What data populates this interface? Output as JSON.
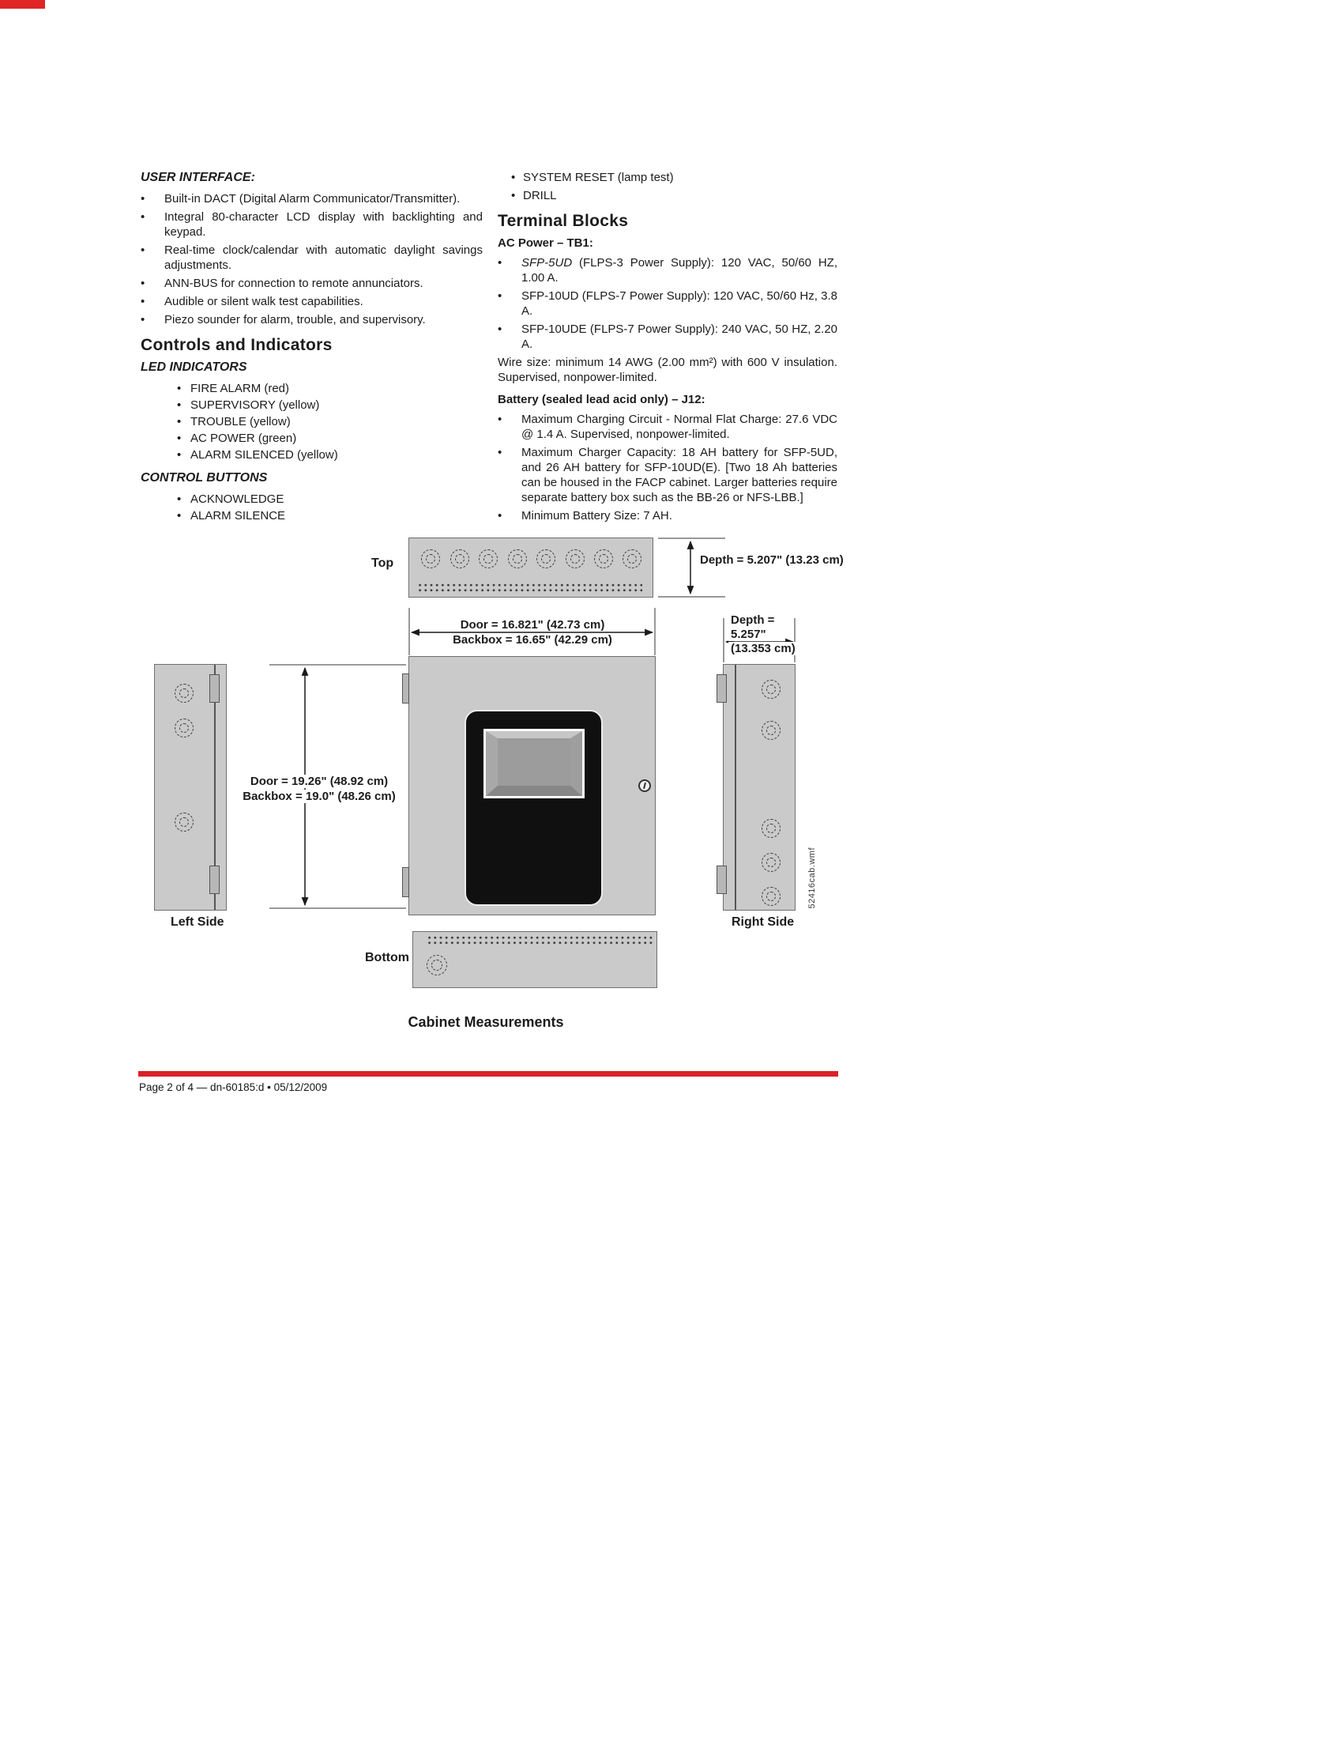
{
  "page": {
    "footer": "Page 2 of 4 — dn-60185:d • 05/12/2009"
  },
  "left_column": {
    "user_interface_heading": "USER INTERFACE:",
    "user_interface_bullets": [
      "Built-in DACT (Digital Alarm Communicator/Transmitter).",
      "Integral 80-character LCD display with backlighting and keypad.",
      "Real-time clock/calendar with automatic daylight savings adjustments.",
      "ANN-BUS for connection to remote annunciators.",
      "Audible or silent walk test capabilities.",
      "Piezo sounder for alarm, trouble, and supervisory."
    ],
    "controls_heading": "Controls and Indicators",
    "led_heading": "LED INDICATORS",
    "led_bullets": [
      "FIRE ALARM (red)",
      "SUPERVISORY (yellow)",
      "TROUBLE (yellow)",
      "AC POWER (green)",
      "ALARM SILENCED (yellow)"
    ],
    "control_buttons_heading": "CONTROL BUTTONS",
    "control_buttons_bullets": [
      "ACKNOWLEDGE",
      "ALARM SILENCE"
    ]
  },
  "right_column": {
    "top_bullets": [
      "SYSTEM RESET (lamp test)",
      "DRILL"
    ],
    "terminal_blocks_heading": "Terminal Blocks",
    "ac_power_heading": "AC Power – TB1:",
    "ac_bullet_1_model": "SFP-5UD",
    "ac_bullet_1_rest": " (FLPS-3 Power Supply): 120 VAC, 50/60 HZ, 1.00 A.",
    "ac_bullet_2": "SFP-10UD (FLPS-7 Power Supply): 120 VAC, 50/60 Hz, 3.8 A.",
    "ac_bullet_3": "SFP-10UDE (FLPS-7 Power Supply): 240 VAC, 50 HZ, 2.20 A.",
    "wire_note": "Wire size: minimum 14 AWG (2.00 mm²) with 600 V insulation. Supervised, nonpower-limited.",
    "battery_heading": "Battery (sealed lead acid only) – J12:",
    "battery_bullets": [
      "Maximum Charging Circuit - Normal Flat Charge: 27.6 VDC @ 1.4 A. Supervised, nonpower-limited.",
      "Maximum Charger Capacity: 18 AH battery for SFP-5UD, and 26 AH battery for SFP-10UD(E). [Two 18 Ah batteries can be housed in the FACP cabinet. Larger batteries require separate battery box such as the BB-26 or NFS-LBB.]",
      "Minimum Battery Size: 7 AH."
    ]
  },
  "diagram": {
    "view_labels": {
      "top": "Top",
      "left": "Left Side",
      "right": "Right Side",
      "bottom": "Bottom"
    },
    "depth_top": "Depth = 5.207\" (13.23 cm)",
    "door_width": "Door = 16.821\" (42.73 cm)",
    "backbox_width": "Backbox = 16.65\" (42.29 cm)",
    "depth_right_l1": "Depth =",
    "depth_right_l2": "5.257\"",
    "depth_right_l3": "(13.353 cm)",
    "door_height": "Door = 19.26\" (48.92 cm)",
    "backbox_height": "Backbox = 19.0\" (48.26 cm)",
    "watermark": "52416cab.wmf",
    "caption": "Cabinet Measurements"
  }
}
